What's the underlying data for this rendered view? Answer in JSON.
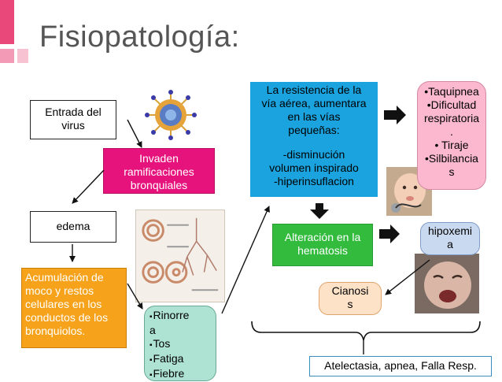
{
  "title": "Fisiopatología:",
  "colors": {
    "accent_pink": "#e8487a",
    "invaden_box": "#e6137d",
    "acumulacion_box": "#f6a21a",
    "sintomas_box": "#aee3d4",
    "resistencia_box": "#1aa3df",
    "alteracion_box": "#33bb3e",
    "taquipnea_box": "#fbb8cf",
    "hipoxemia_box": "#c9d9ef",
    "cianosis_box": "#fde2c8",
    "atelectasia_border": "#3a8dbd"
  },
  "boxes": {
    "entrada": [
      "Entrada del",
      "virus"
    ],
    "invaden": [
      "Invaden",
      "ramificaciones",
      "bronquiales"
    ],
    "edema": "edema",
    "acumulacion": [
      "Acumulación de",
      "moco y restos",
      "celulares en los",
      "conductos de los",
      "bronquiolos."
    ],
    "sintomas": [
      "Rinorre",
      "a",
      "Tos",
      "Fatiga",
      "Fiebre"
    ],
    "resistencia": [
      "La resistencia de la",
      "vía aérea, aumentara",
      "en las vías",
      "pequeñas:",
      "",
      "-disminución",
      "volumen inspirado",
      "-hiperinsuflacion"
    ],
    "alteracion": [
      "Alteración en la",
      "hematosis"
    ],
    "signos": [
      "•Taquipnea",
      "•Dificultad",
      "respiratoria",
      ".",
      "• Tiraje",
      "•Silbilancia",
      "s"
    ],
    "hipoxemia": [
      "hipoxemi",
      "a"
    ],
    "cianosis": [
      "Cianosi",
      "s"
    ],
    "complicaciones": "Atelectasia, apnea, Falla Resp."
  },
  "images": [
    "virus-illustration",
    "bronchiole-diagram",
    "baby-stethoscope-photo",
    "crying-baby-photo"
  ]
}
